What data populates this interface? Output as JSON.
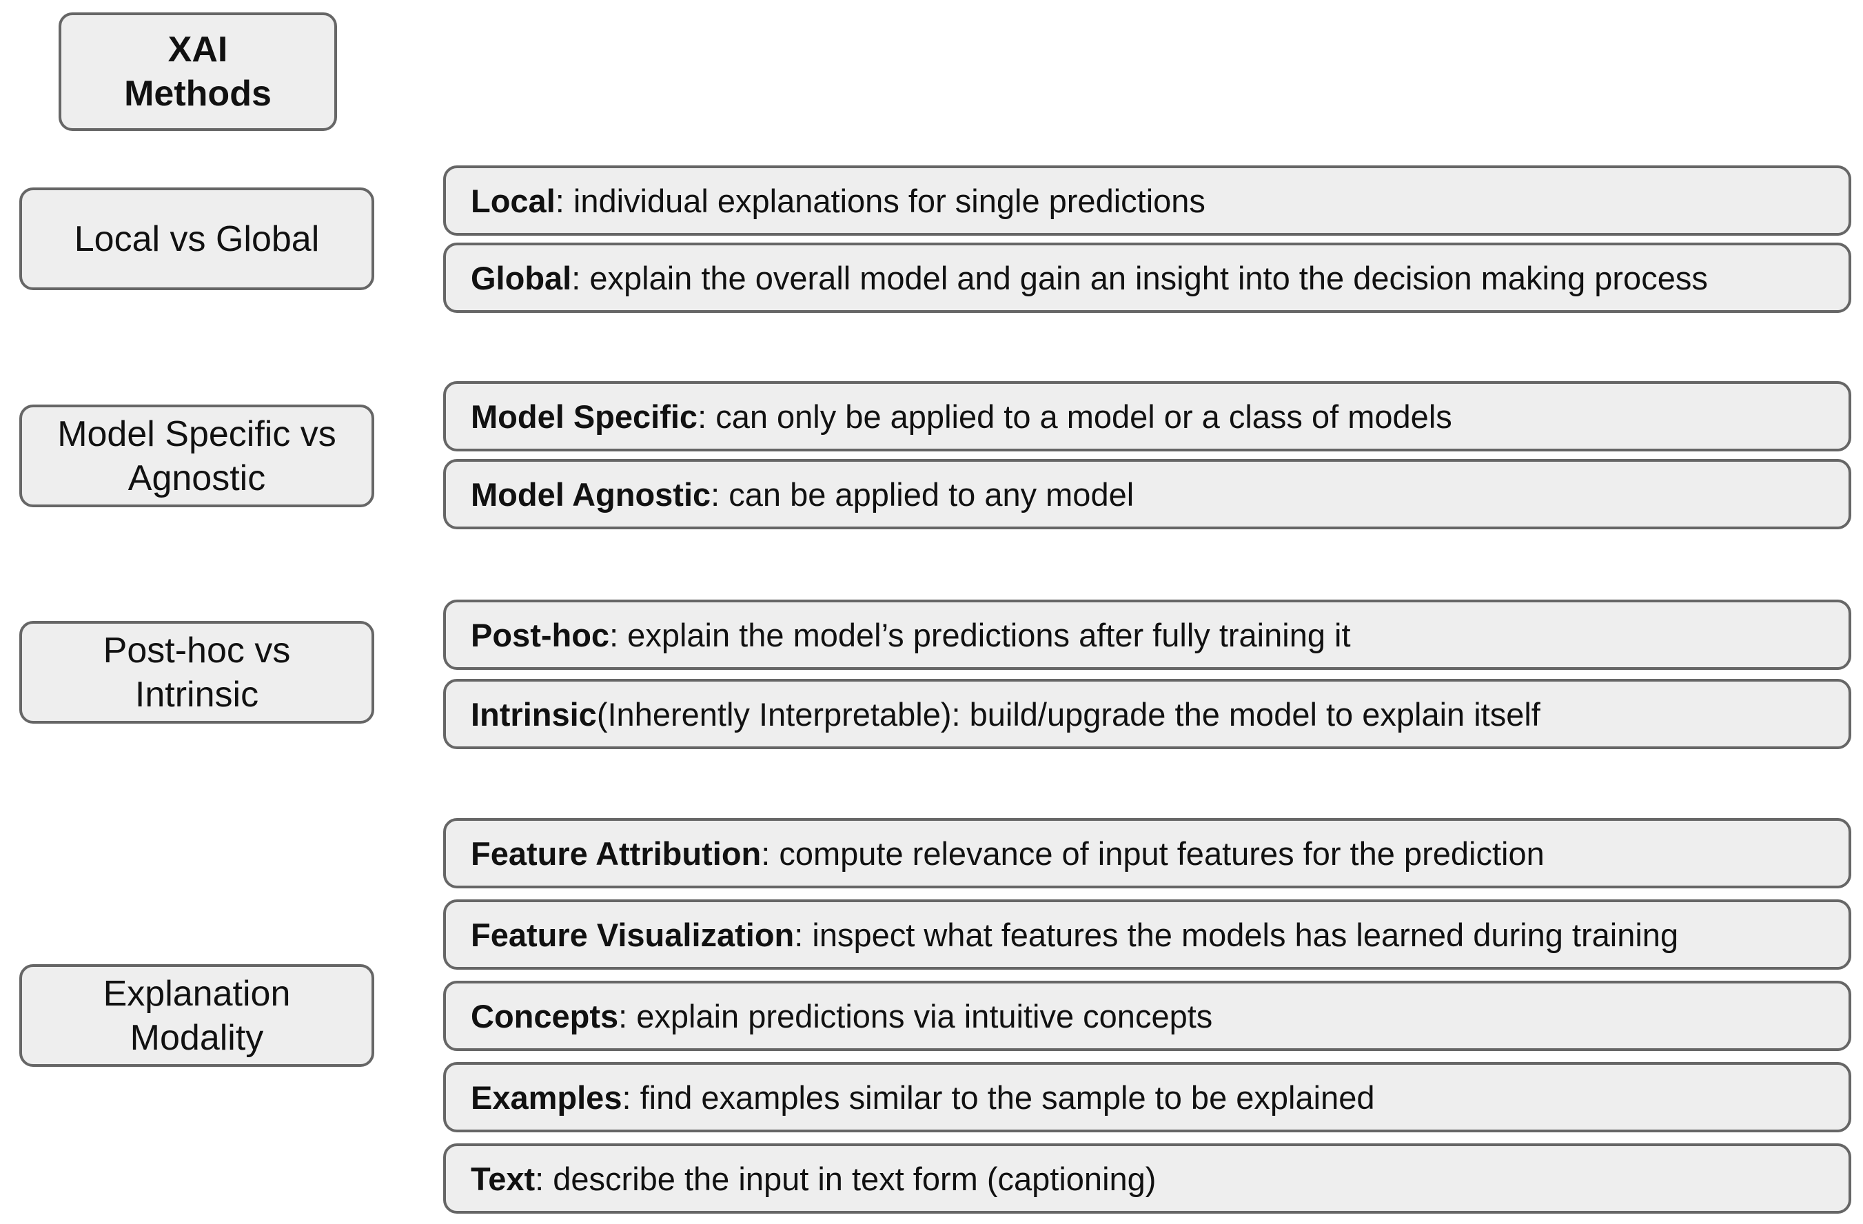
{
  "title": {
    "line1": "XAI",
    "line2": "Methods"
  },
  "categories": [
    {
      "line1": "Local vs Global",
      "line2": "",
      "items": [
        {
          "term": "Local",
          "desc": ": individual explanations for single predictions"
        },
        {
          "term": "Global",
          "desc": ": explain the overall model and gain an insight into the decision making process"
        }
      ]
    },
    {
      "line1": "Model Specific vs",
      "line2": "Agnostic",
      "items": [
        {
          "term": "Model Specific",
          "desc": ": can only be applied to a model or a class of models"
        },
        {
          "term": "Model Agnostic",
          "desc": ": can be applied to any model"
        }
      ]
    },
    {
      "line1": "Post-hoc vs",
      "line2": "Intrinsic",
      "items": [
        {
          "term": "Post-hoc",
          "desc": ": explain the model’s predictions after fully training it"
        },
        {
          "term": "Intrinsic",
          "desc": " (Inherently Interpretable): build/upgrade the model to explain itself"
        }
      ]
    },
    {
      "line1": "Explanation",
      "line2": "Modality",
      "items": [
        {
          "term": "Feature Attribution",
          "desc": ": compute relevance of input features for the prediction"
        },
        {
          "term": "Feature Visualization",
          "desc": ": inspect what features the models has learned during training"
        },
        {
          "term": "Concepts",
          "desc": ": explain predictions via intuitive concepts"
        },
        {
          "term": "Examples",
          "desc": ": find examples similar to the sample to be explained"
        },
        {
          "term": "Text",
          "desc": ": describe the input in text form (captioning)"
        }
      ]
    }
  ]
}
